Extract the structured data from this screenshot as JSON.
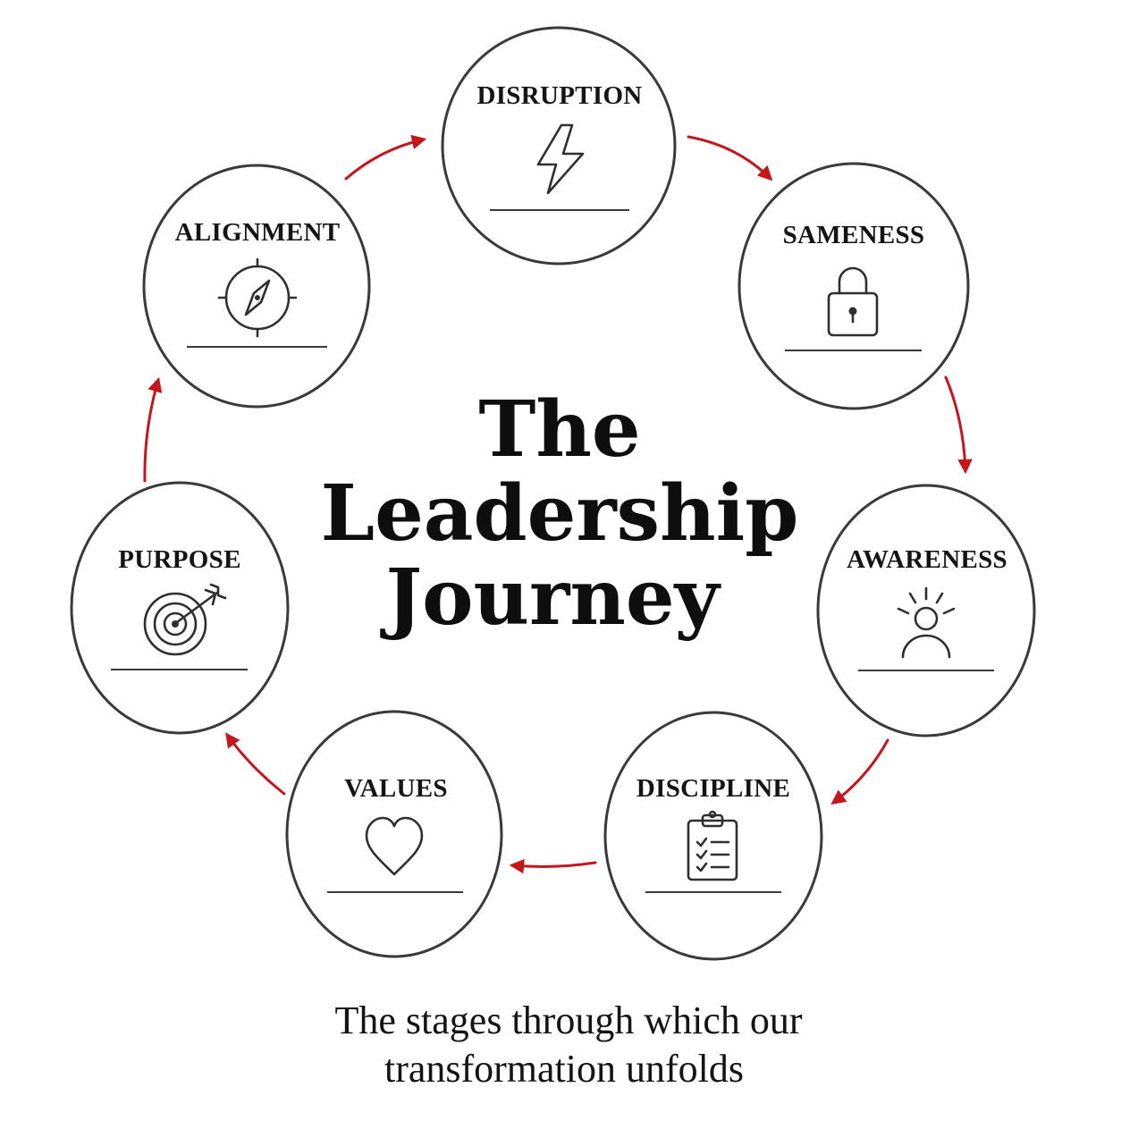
{
  "title": {
    "line1": "The",
    "line2": "Leadership",
    "line3": "Journey"
  },
  "subtitle": {
    "line1": "The stages through which our",
    "line2": "transformation unfolds"
  },
  "colors": {
    "arrow": "#c4161c",
    "outline": "#3a3a3a",
    "text": "#141414"
  },
  "stages": [
    {
      "label": "DISRUPTION",
      "icon": "lightning-bolt-icon"
    },
    {
      "label": "SAMENESS",
      "icon": "padlock-icon"
    },
    {
      "label": "AWARENESS",
      "icon": "person-lightbulb-icon"
    },
    {
      "label": "DISCIPLINE",
      "icon": "clipboard-checklist-icon"
    },
    {
      "label": "VALUES",
      "icon": "heart-icon"
    },
    {
      "label": "PURPOSE",
      "icon": "target-arrow-icon"
    },
    {
      "label": "ALIGNMENT",
      "icon": "compass-icon"
    }
  ],
  "flow": "clockwise cycle: DISRUPTION → SAMENESS → AWARENESS → DISCIPLINE → VALUES → PURPOSE → ALIGNMENT → DISRUPTION"
}
